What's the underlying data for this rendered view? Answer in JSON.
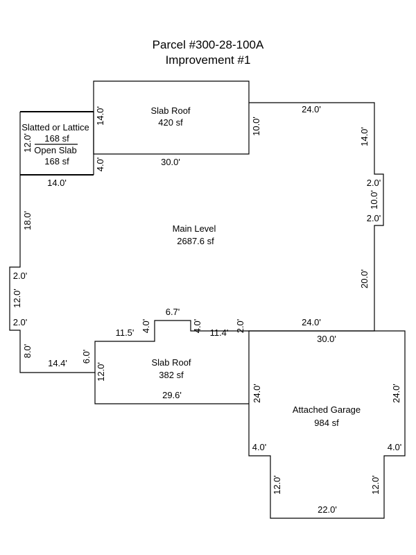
{
  "title": {
    "line1": "Parcel #300-28-100A",
    "line2": "Improvement #1"
  },
  "areas": {
    "slab_roof_top": {
      "name": "Slab Roof",
      "area": "420 sf"
    },
    "slatted": {
      "name": "Slatted or Lattice",
      "area1": "168 sf",
      "name2": "Open Slab",
      "area2": "168 sf"
    },
    "main_level": {
      "name": "Main Level",
      "area": "2687.6 sf"
    },
    "slab_roof_bottom": {
      "name": "Slab Roof",
      "area": "382 sf"
    },
    "garage": {
      "name": "Attached Garage",
      "area": "984 sf"
    }
  },
  "dims": {
    "top_slab_left": "14.0'",
    "top_slab_right": "10.0'",
    "top_slab_bottom": "30.0'",
    "slat_left": "12.0'",
    "slat_right": "4.0'",
    "slat_bottom": "14.0'",
    "top_right": "24.0'",
    "right_upper": "14.0'",
    "notch_top": "2.0'",
    "notch_side": "10.0'",
    "notch_bottom": "2.0'",
    "right_lower": "20.0'",
    "left_upper": "18.0'",
    "left_notch_top": "2.0'",
    "left_notch_side": "12.0'",
    "left_notch_bottom": "2.0'",
    "left_lower": "8.0'",
    "bottom_left": "14.4'",
    "bslab_top_left": "6.0'",
    "bslab_left": "12.0'",
    "bslab_bottom": "29.6'",
    "seg_11_5": "11.5'",
    "bump_left": "4.0'",
    "bump_top": "6.7'",
    "bump_right": "4.0'",
    "seg_11_4": "11.4'",
    "step_2": "2.0'",
    "main_bottom_right": "24.0'",
    "garage_top": "30.0'",
    "garage_left": "24.0'",
    "garage_right": "24.0'",
    "garage_step_left": "4.0'",
    "garage_step_right": "4.0'",
    "garage_low_left": "12.0'",
    "garage_low_right": "12.0'",
    "garage_bottom": "22.0'"
  }
}
